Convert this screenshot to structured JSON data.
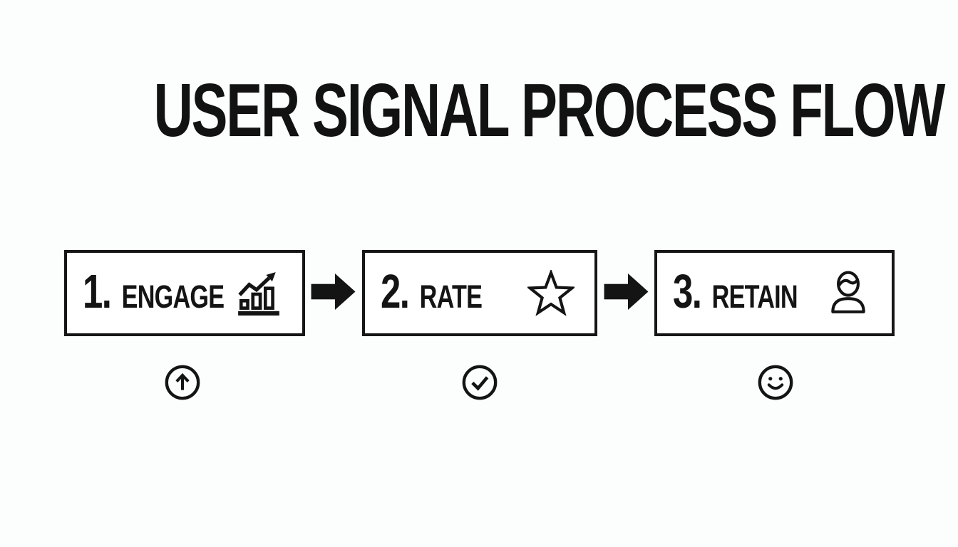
{
  "page": {
    "title": "USER SIGNAL PROCESS FLOW",
    "background_color": "#fcfdfd",
    "ink_color": "#141414",
    "box_background": "#ffffff"
  },
  "steps": [
    {
      "number": "1.",
      "label": "ENGAGE",
      "icon": "bar-chart-growth-icon"
    },
    {
      "number": "2.",
      "label": "RATE",
      "icon": "star-icon"
    },
    {
      "number": "3.",
      "label": "RETAIN",
      "icon": "user-icon"
    }
  ],
  "connectors": [
    {
      "icon": "arrow-right-icon"
    },
    {
      "icon": "arrow-right-icon"
    }
  ],
  "signals": [
    {
      "icon": "circle-arrow-up-icon"
    },
    {
      "icon": "circle-check-icon"
    },
    {
      "icon": "circle-smile-icon"
    }
  ]
}
